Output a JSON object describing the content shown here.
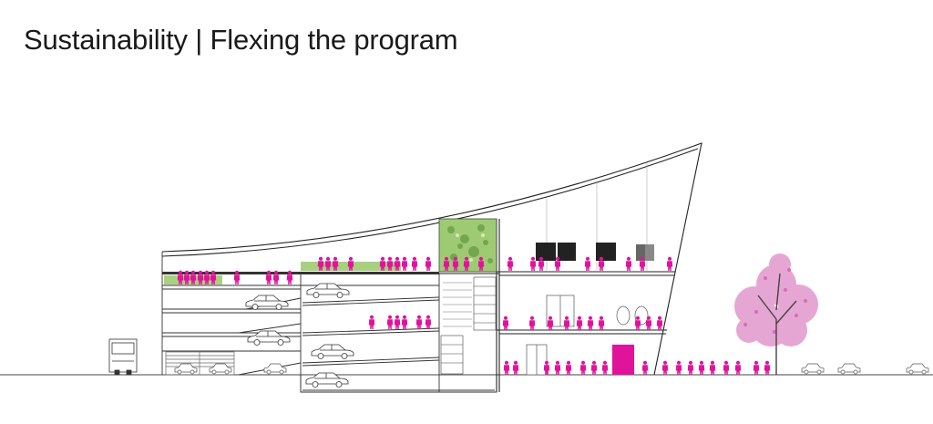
{
  "title": "Sustainability | Flexing the program",
  "colors": {
    "people": "#e0139b",
    "tree": "#e6a6d3",
    "green_roof": "#9fca74",
    "line": "#333333",
    "ground": "#444444"
  },
  "icons": [
    "person-figure",
    "car",
    "truck",
    "tree",
    "green-roof",
    "bookshelf"
  ]
}
